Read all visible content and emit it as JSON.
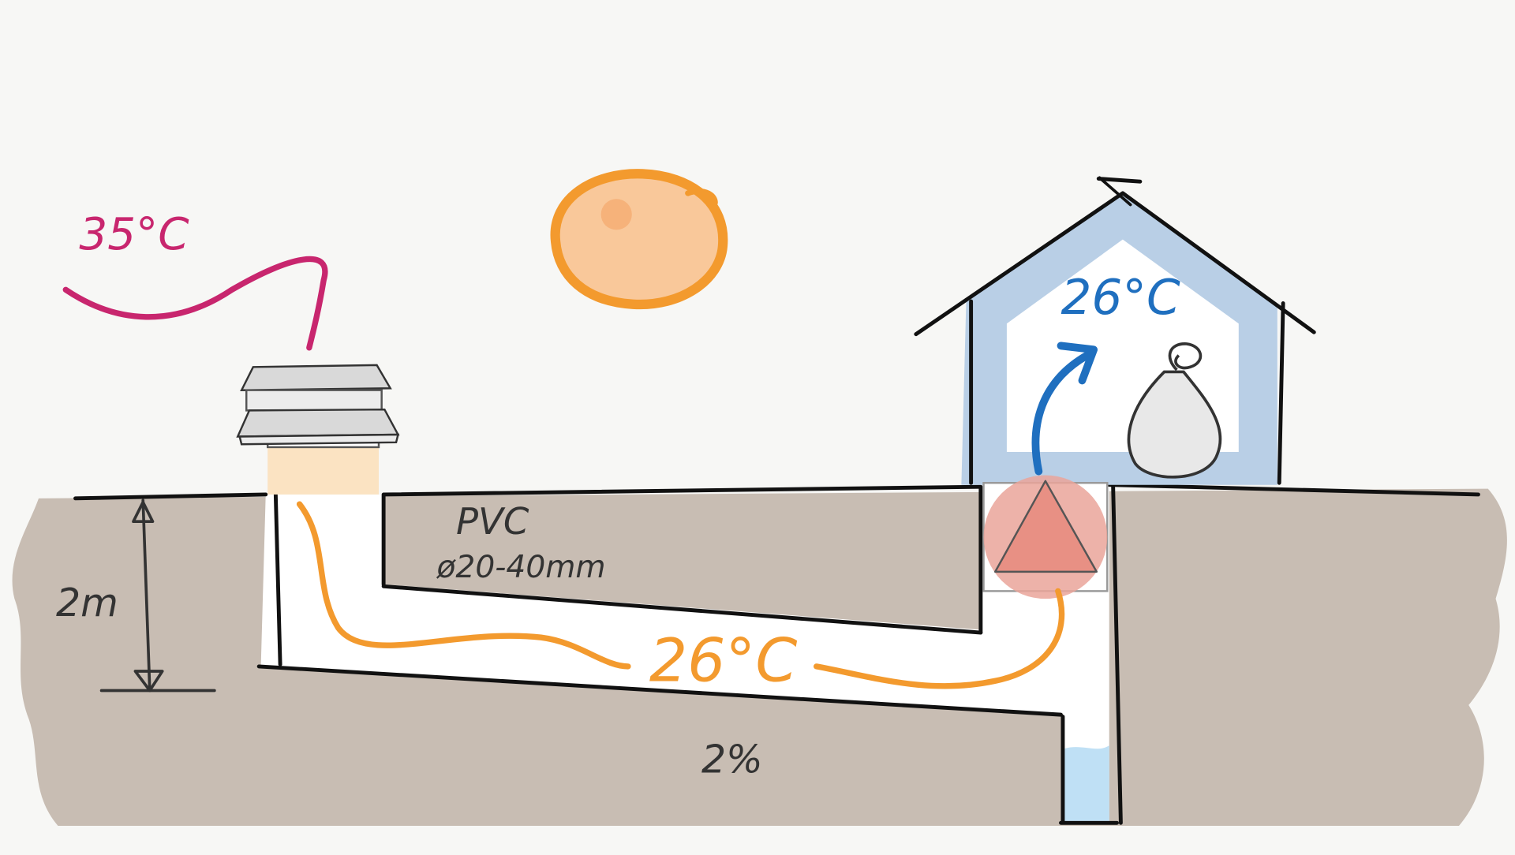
{
  "diagram": {
    "outdoor_temperature": "35°C",
    "indoor_temperature": "26°C",
    "pipe_temperature": "26°C",
    "pipe_material": "PVC",
    "pipe_diameter": "ø20-40mm",
    "depth": "2m",
    "slope": "2%"
  },
  "colors": {
    "ground": "#c8bdb3",
    "outdoor_air": "#c8266e",
    "sun": "#f39a2e",
    "sun_fill": "#f9c89a",
    "pipe_air": "#f39a2e",
    "house": "#b9cfe6",
    "indoor_air": "#1f6fbf",
    "fan": "#eaa49a",
    "water": "#bfe0f5",
    "outline": "#111111"
  },
  "icons": [
    "sun-icon",
    "fan-icon",
    "person-icon",
    "rain-cap-icon"
  ]
}
